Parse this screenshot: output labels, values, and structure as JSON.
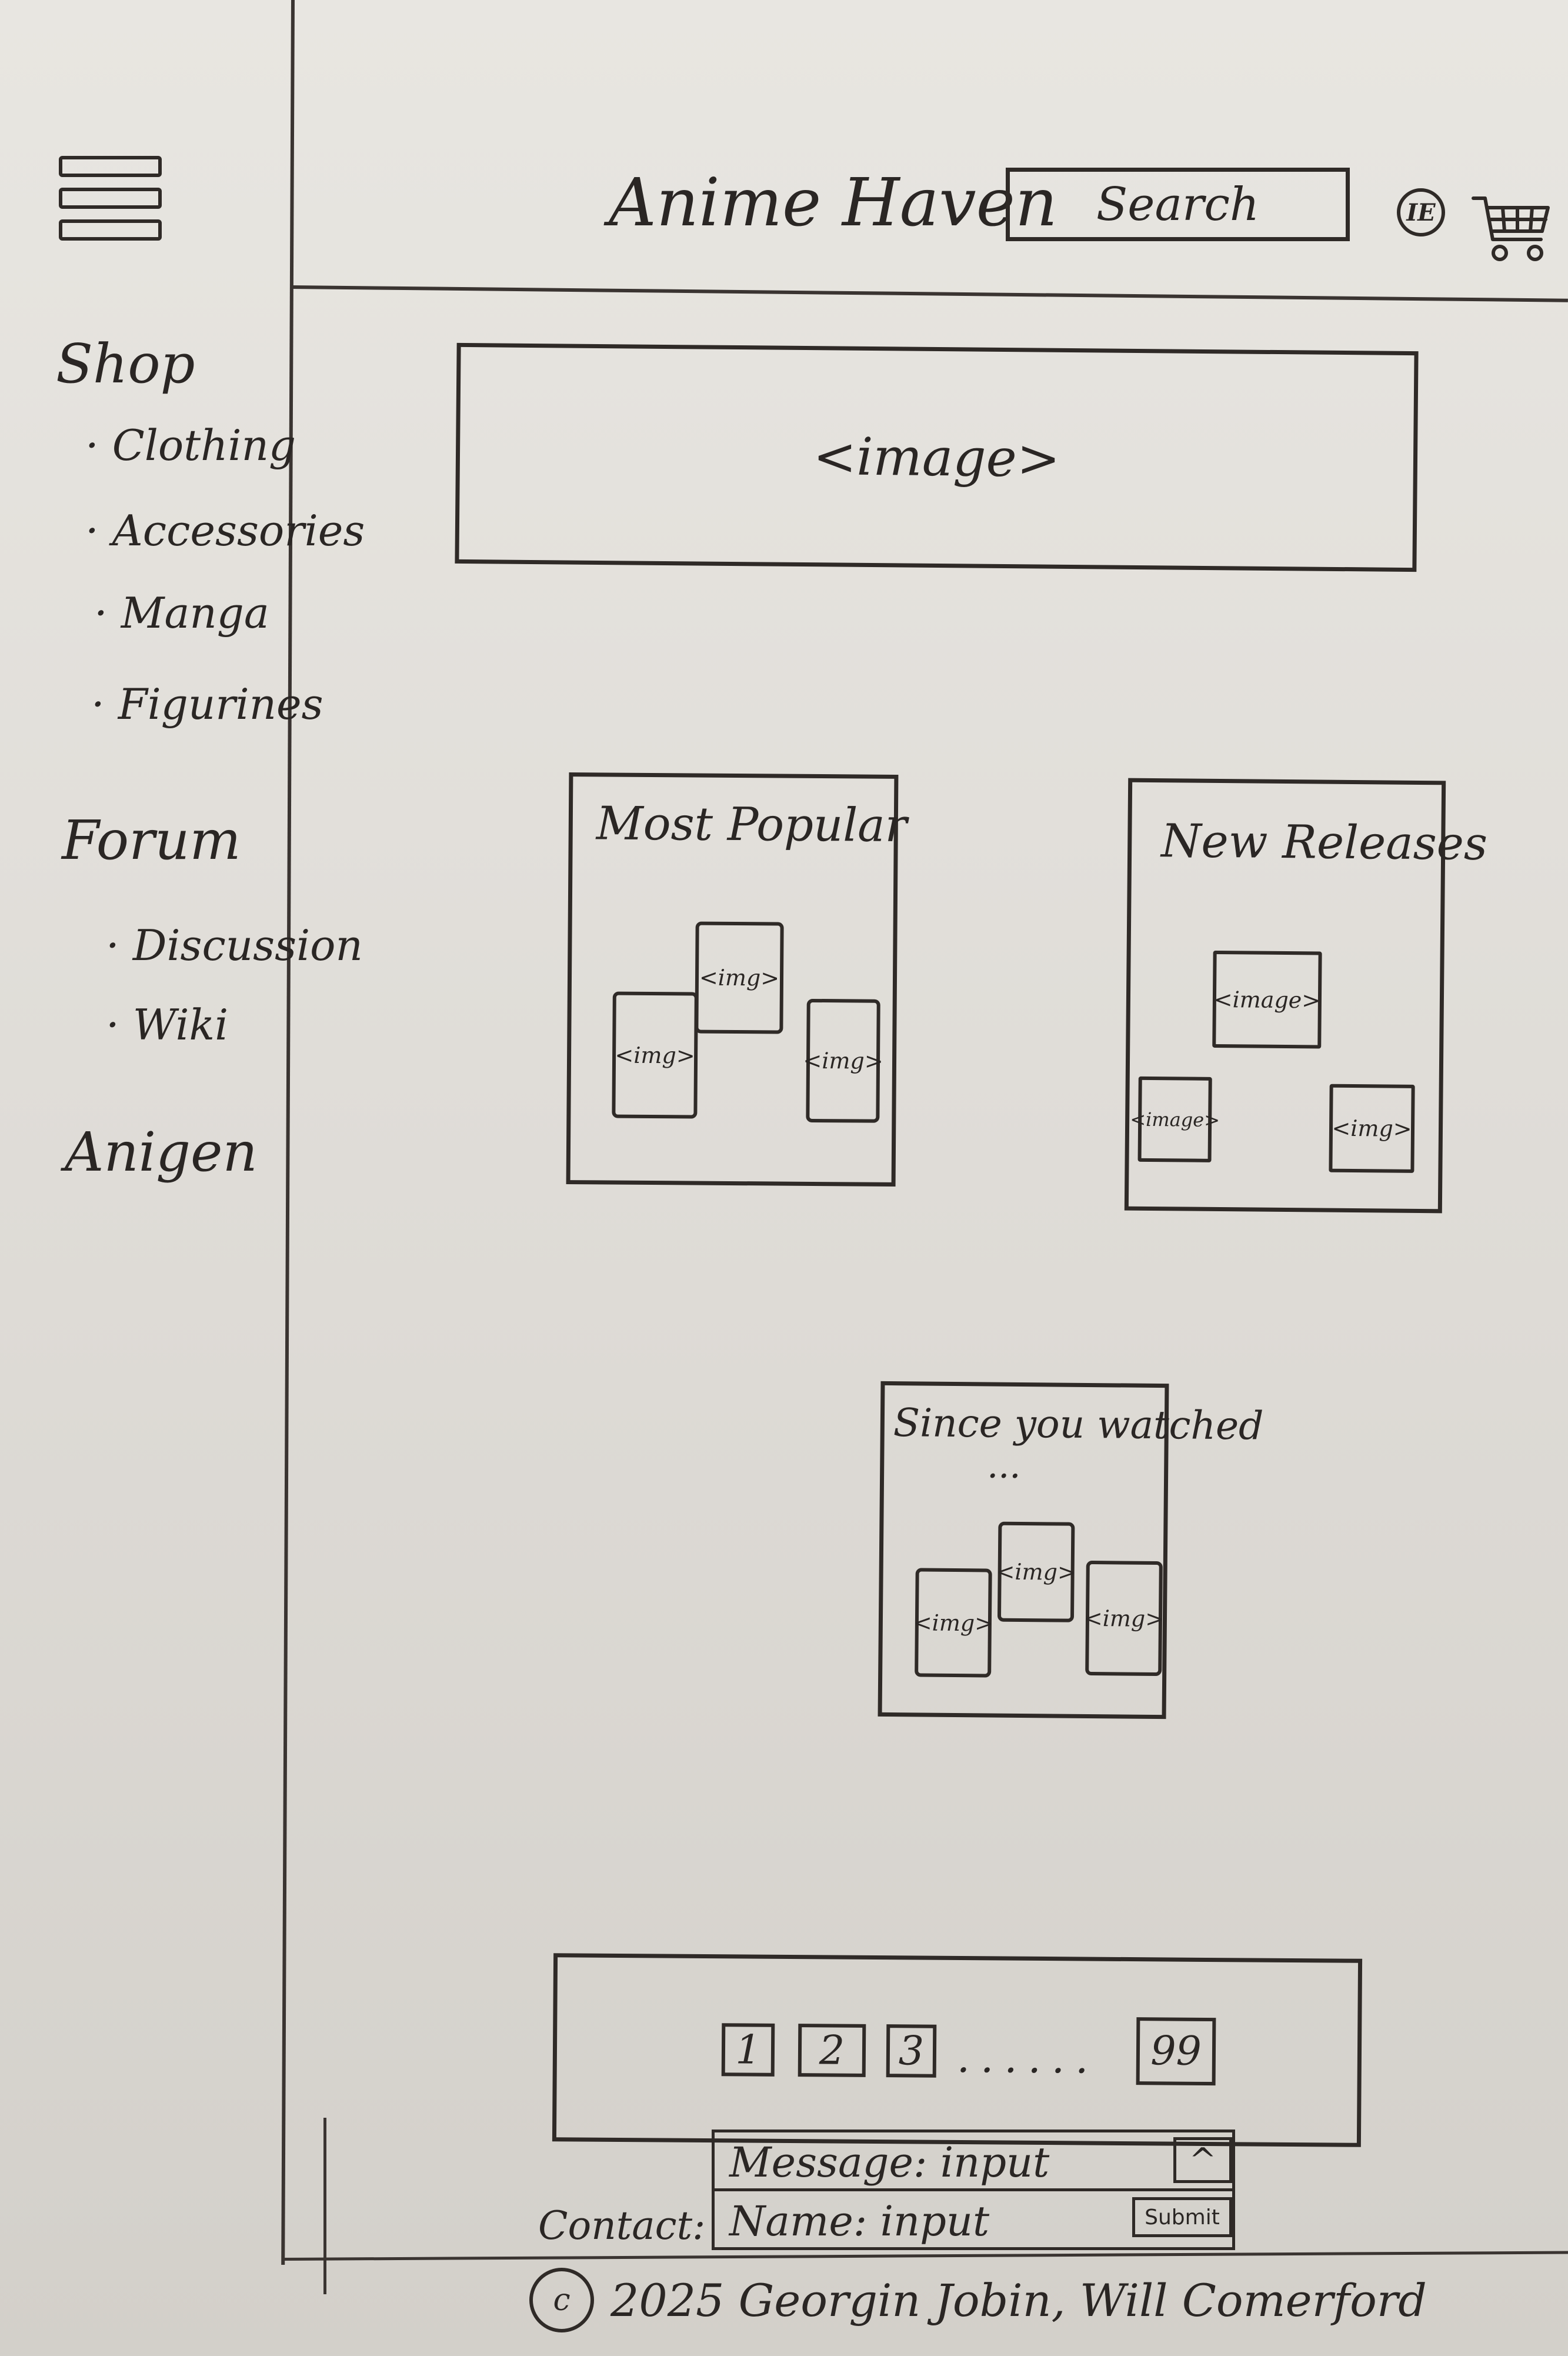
{
  "header": {
    "logo": "Anime Haven",
    "search_placeholder": "Search",
    "profile_label": "IE"
  },
  "sidebar": {
    "sections": [
      {
        "title": "Shop",
        "items": [
          "Clothing",
          "Accessories",
          "Manga",
          "Figurines"
        ]
      },
      {
        "title": "Forum",
        "items": [
          "Discussion",
          "Wiki"
        ]
      },
      {
        "title": "Anigen",
        "items": []
      }
    ]
  },
  "hero": {
    "label": "<image>"
  },
  "cards": {
    "most_popular": {
      "title": "Most Popular",
      "thumbs": [
        "<img>",
        "<img>",
        "<img>"
      ]
    },
    "new_releases": {
      "title": "New Releases",
      "thumbs": [
        "<image>",
        "<image>",
        "<img>"
      ]
    },
    "since_you_watched": {
      "title": "Since you watched",
      "subtitle": "...",
      "thumbs": [
        "<img>",
        "<img>",
        "<img>"
      ]
    }
  },
  "pagination": {
    "pages": [
      "1",
      "2",
      "3"
    ],
    "ellipsis": "......",
    "last": "99"
  },
  "contact": {
    "label": "Contact:",
    "message_label": "Message: input",
    "name_label": "Name: input",
    "submit": "Submit",
    "up": "^"
  },
  "footer": {
    "symbol": "c",
    "text": "2025 Georgin Jobin, Will Comerford"
  }
}
